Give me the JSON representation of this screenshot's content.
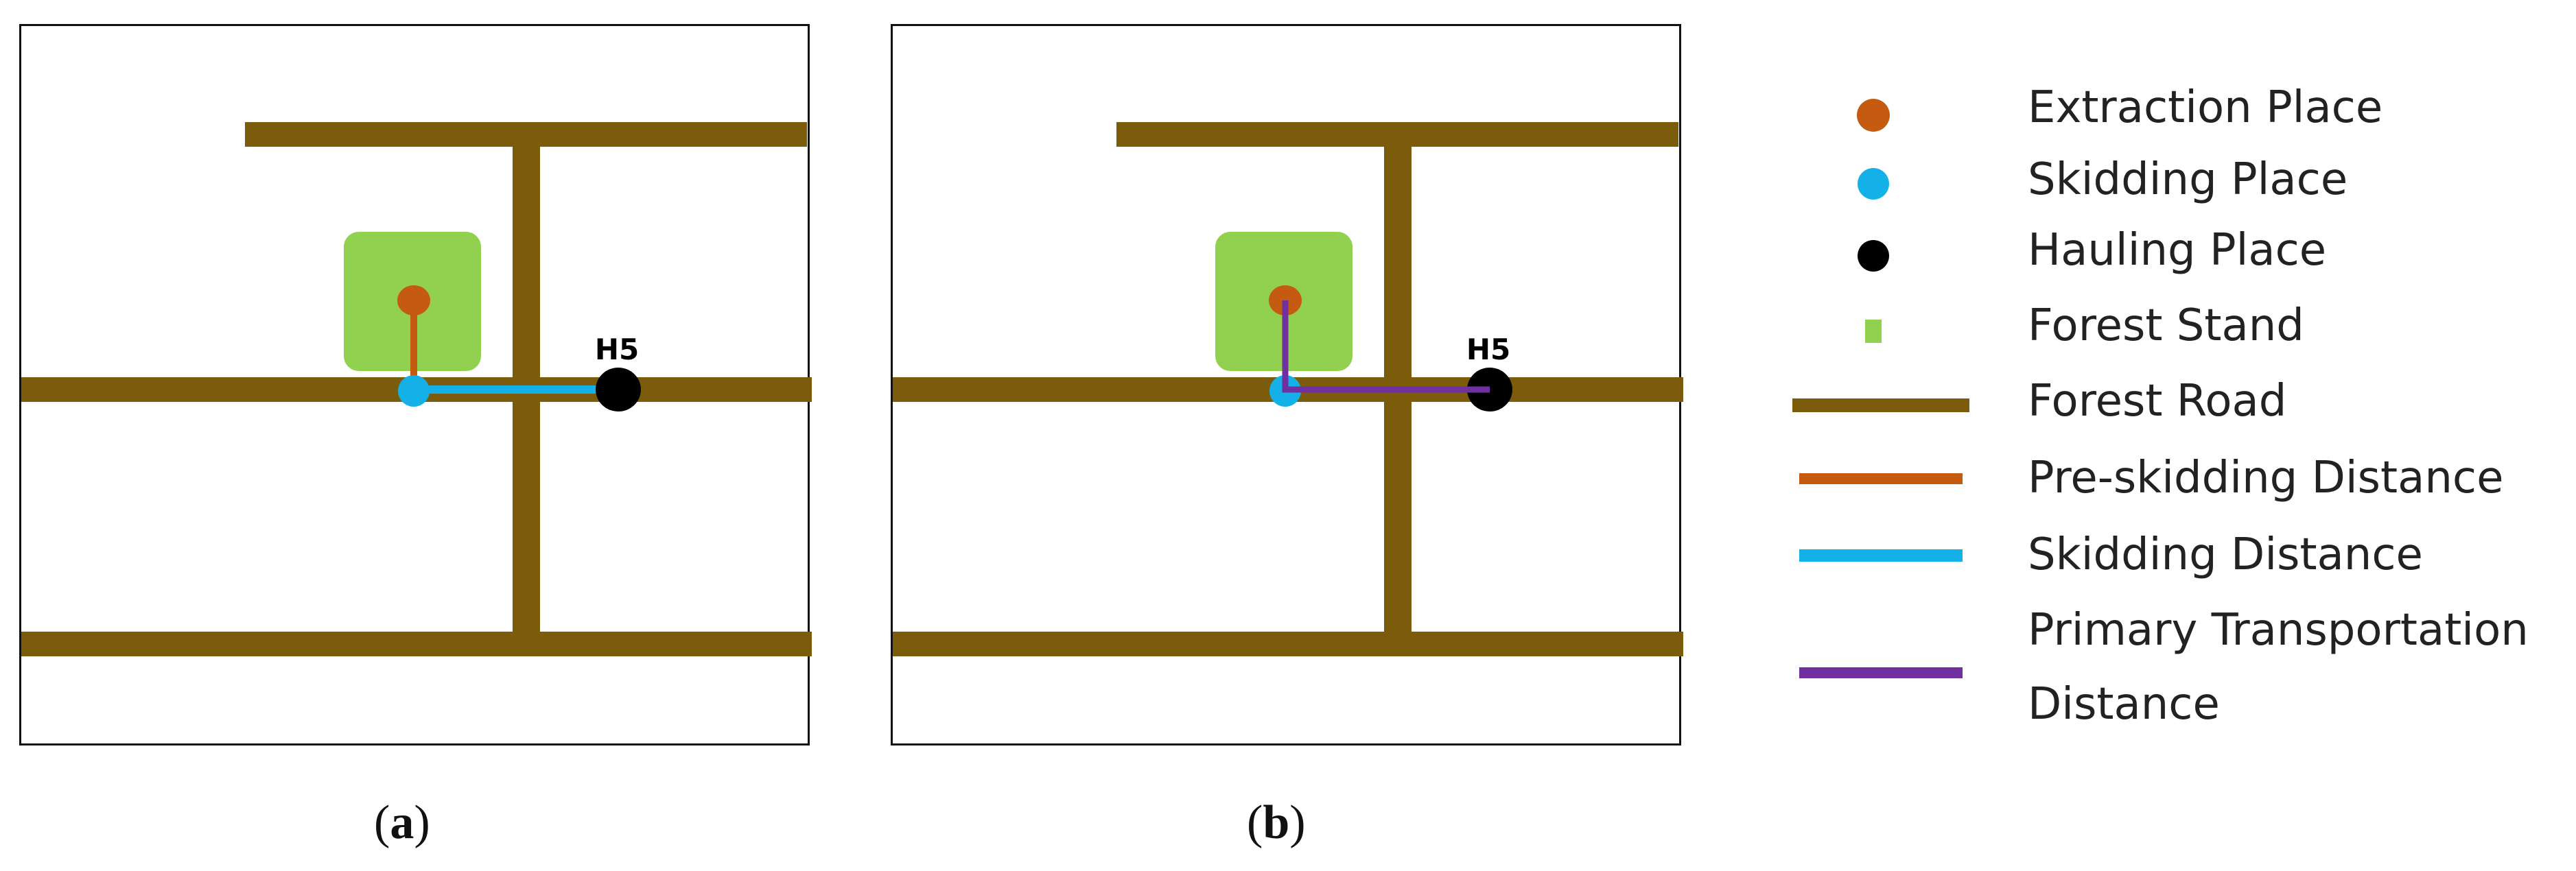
{
  "panels": [
    {
      "id": "a",
      "caption_letter": "a",
      "hauling_label": "H5",
      "transport_style": "skidding"
    },
    {
      "id": "b",
      "caption_letter": "b",
      "hauling_label": "H5",
      "transport_style": "primary"
    }
  ],
  "colors": {
    "road": "#7a5c0a",
    "forest_stand": "#92d050",
    "extraction": "#c55a11",
    "skidding": "#14b0e8",
    "hauling": "#000000",
    "pre_skidding": "#c55a11",
    "primary_transport": "#7030a0"
  },
  "legend": [
    {
      "symbol": "dot",
      "color": "#c55a11",
      "icon": "orange-dot",
      "label": "Extraction Place"
    },
    {
      "symbol": "dot",
      "color": "#14b0e8",
      "icon": "blue-dot",
      "label": "Skidding Place"
    },
    {
      "symbol": "dot",
      "color": "#000000",
      "icon": "black-dot",
      "label": "Hauling Place"
    },
    {
      "symbol": "square",
      "color": "#92d050",
      "icon": "green-square",
      "label": "Forest Stand"
    },
    {
      "symbol": "line",
      "color": "#7a5c0a",
      "icon": "brown-line",
      "label": "Forest Road"
    },
    {
      "symbol": "line",
      "color": "#c55a11",
      "icon": "orange-line",
      "label": "Pre-skidding Distance"
    },
    {
      "symbol": "line",
      "color": "#14b0e8",
      "icon": "blue-line",
      "label": "Skidding Distance"
    },
    {
      "symbol": "line",
      "color": "#7030a0",
      "icon": "purple-line",
      "label": "Primary Transportation",
      "label2": "Distance"
    }
  ]
}
